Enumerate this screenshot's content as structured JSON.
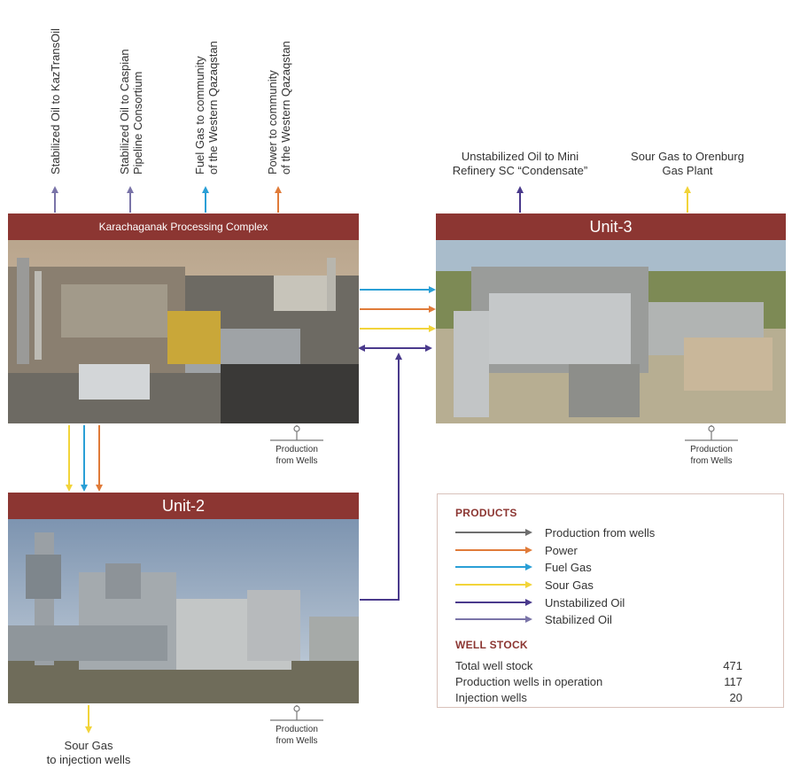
{
  "outputs_top": [
    {
      "label_lines": [
        "Stabilized Oil to KazTransOil"
      ],
      "color": "#7a74a8"
    },
    {
      "label_lines": [
        "Stabilized Oil to Caspian",
        "Pipeline Consortium"
      ],
      "color": "#7a74a8"
    },
    {
      "label_lines": [
        "Fuel Gas to community",
        "of the Western Qazaqstan"
      ],
      "color": "#2a9fd6"
    },
    {
      "label_lines": [
        "Power to community",
        "of the Western Qazaqstan"
      ],
      "color": "#e07b39"
    }
  ],
  "unit3_outputs": [
    {
      "label_lines": [
        "Unstabilized Oil to Mini",
        "Refinery SC “Condensate”"
      ],
      "color": "#4a3a8c"
    },
    {
      "label_lines": [
        "Sour Gas to Orenburg",
        "Gas Plant"
      ],
      "color": "#f2d43a"
    }
  ],
  "kpc": {
    "title": "Karachaganak Processing Complex"
  },
  "unit3": {
    "title": "Unit-3"
  },
  "unit2": {
    "title": "Unit-2"
  },
  "production_label_lines": [
    "Production",
    "from Wells"
  ],
  "sour_gas_injection_lines": [
    "Sour Gas",
    "to injection wells"
  ],
  "legend": {
    "products_heading": "PRODUCTS",
    "items": [
      {
        "label": "Production from wells",
        "color": "#6e6e6e"
      },
      {
        "label": "Power",
        "color": "#e07b39"
      },
      {
        "label": "Fuel Gas",
        "color": "#2a9fd6"
      },
      {
        "label": "Sour Gas",
        "color": "#f2d43a"
      },
      {
        "label": "Unstabilized Oil",
        "color": "#4a3a8c"
      },
      {
        "label": "Stabilized Oil",
        "color": "#7a74a8"
      }
    ],
    "well_stock_heading": "WELL STOCK",
    "well_stock": [
      {
        "label": "Total well stock",
        "value": "471"
      },
      {
        "label": "Production wells in operation",
        "value": "117"
      },
      {
        "label": "Injection wells",
        "value": "20"
      }
    ]
  },
  "colors": {
    "banner": "#8c3632",
    "power": "#e07b39",
    "fuel_gas": "#2a9fd6",
    "sour_gas": "#f2d43a",
    "unstabilized_oil": "#4a3a8c",
    "stabilized_oil": "#7a74a8",
    "production": "#6e6e6e"
  }
}
